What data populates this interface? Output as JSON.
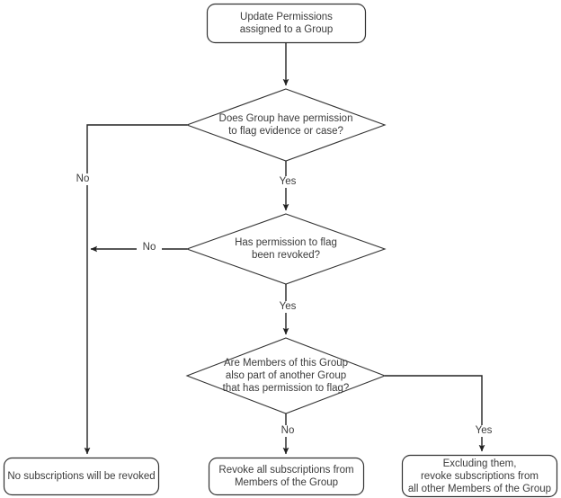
{
  "diagram": {
    "title": "Update Permissions assigned to a Group flowchart",
    "colors": {
      "stroke": "#333333",
      "text": "#3b3b3b",
      "background": "#ffffff",
      "node_fill": "#ffffff"
    },
    "nodes": {
      "start": {
        "id": "start",
        "shape": "rounded-rectangle",
        "text": "Update Permissions\nassigned to a Group"
      },
      "decision1": {
        "id": "decision1",
        "shape": "diamond",
        "text": "Does Group have permission\nto flag evidence or case?"
      },
      "decision2": {
        "id": "decision2",
        "shape": "diamond",
        "text": "Has permission to flag\nbeen revoked?"
      },
      "decision3": {
        "id": "decision3",
        "shape": "diamond",
        "text": "Are Members of this Group\nalso part of another Group\nthat has permission to flag?"
      },
      "outcome_none": {
        "id": "outcome_none",
        "shape": "rounded-rectangle",
        "text": "No subscriptions will be revoked"
      },
      "outcome_all": {
        "id": "outcome_all",
        "shape": "rounded-rectangle",
        "text": "Revoke all subscriptions from\nMembers of the Group"
      },
      "outcome_excluding": {
        "id": "outcome_excluding",
        "shape": "rounded-rectangle",
        "text": "Excluding them,\nrevoke subscriptions from\nall other Members of the Group"
      }
    },
    "edges": [
      {
        "id": "e-start-d1",
        "from": "start",
        "to": "decision1",
        "label": ""
      },
      {
        "id": "e-d1-no",
        "from": "decision1",
        "to": "outcome_none",
        "label": "No"
      },
      {
        "id": "e-d1-yes",
        "from": "decision1",
        "to": "decision2",
        "label": "Yes"
      },
      {
        "id": "e-d2-no",
        "from": "decision2",
        "to": "outcome_none",
        "label": "No"
      },
      {
        "id": "e-d2-yes",
        "from": "decision2",
        "to": "decision3",
        "label": "Yes"
      },
      {
        "id": "e-d3-no",
        "from": "decision3",
        "to": "outcome_all",
        "label": "No"
      },
      {
        "id": "e-d3-yes",
        "from": "decision3",
        "to": "outcome_excluding",
        "label": "Yes"
      }
    ],
    "edge_labels": {
      "d1_no": "No",
      "d1_yes": "Yes",
      "d2_no": "No",
      "d2_yes": "Yes",
      "d3_no": "No",
      "d3_yes": "Yes"
    }
  }
}
